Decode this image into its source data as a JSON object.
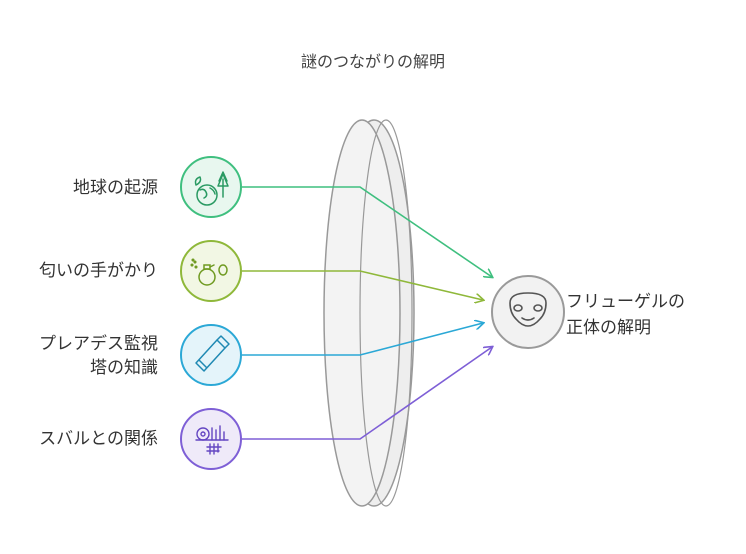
{
  "title": "謎のつながりの解明",
  "sources": [
    {
      "label": "地球の起源",
      "color": "#3fbf7f",
      "fill": "#e8f7ef",
      "icon": "earth-plant-icon"
    },
    {
      "label": "匂いの手がかり",
      "color": "#8fb83a",
      "fill": "#f2f7e4",
      "icon": "perfume-icon"
    },
    {
      "label_lines": [
        "プレアデス監視",
        "塔の知識"
      ],
      "color": "#2ba8d6",
      "fill": "#e4f4fa",
      "icon": "telescope-icon"
    },
    {
      "label": "スバルとの関係",
      "color": "#7e5fd6",
      "fill": "#efeaf9",
      "icon": "death-star-icon"
    }
  ],
  "target": {
    "label_lines": [
      "フリューゲルの",
      "正体の解明"
    ],
    "icon": "alien-face-icon",
    "color": "#9a9a9a"
  }
}
